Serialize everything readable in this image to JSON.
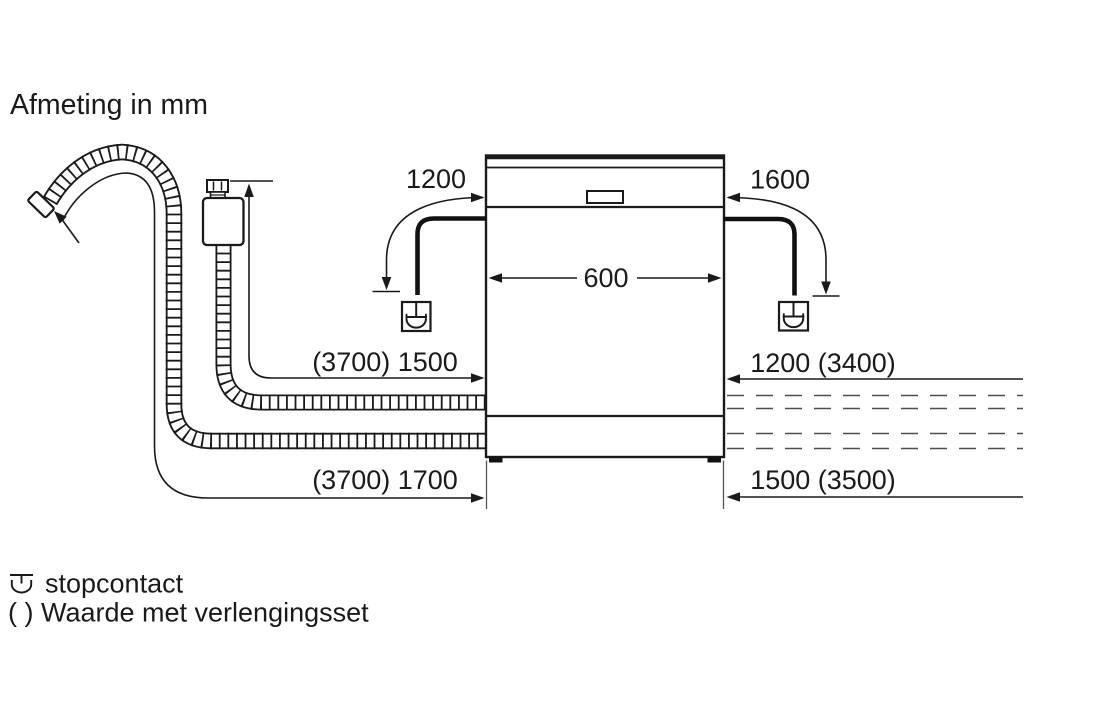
{
  "title": "Afmeting in mm",
  "dimensions": {
    "cord_left": "1200",
    "cord_right": "1600",
    "appliance_width": "600",
    "supply_hose_left": "(3700) 1500",
    "drain_hose_left": "(3700) 1700",
    "supply_hose_right": "1200 (3400)",
    "drain_hose_right": "1500 (3500)"
  },
  "legend": {
    "socket": "stopcontact",
    "extension": "( ) Waarde met verlengingsset"
  },
  "colors": {
    "ink": "#1a1a1a",
    "background": "#ffffff",
    "dashed_line": "#4d4d4d"
  }
}
